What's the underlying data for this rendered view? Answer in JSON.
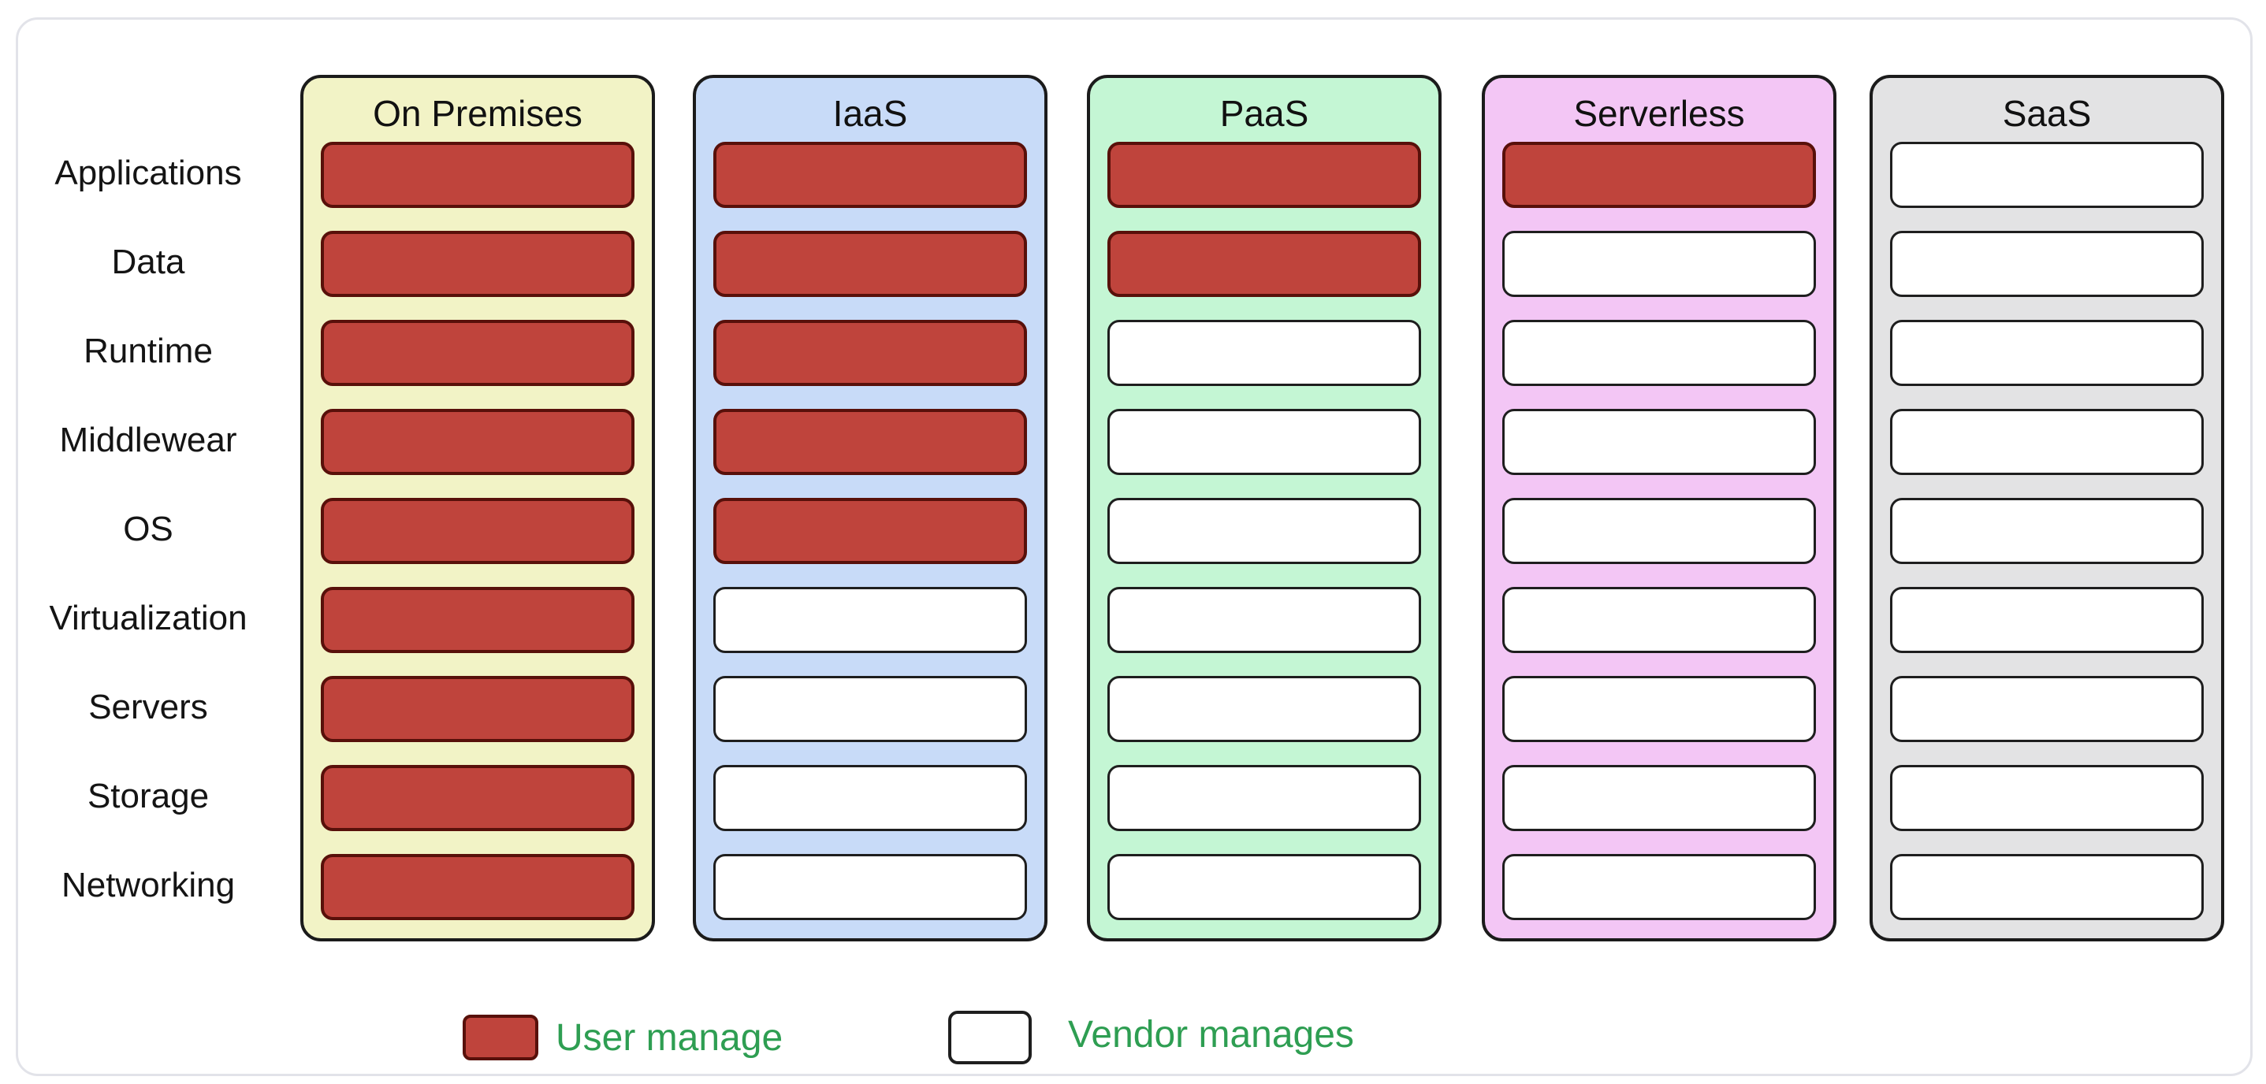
{
  "diagram": {
    "title_rows": [
      "Applications",
      "Data",
      "Runtime",
      "Middlewear",
      "OS",
      "Virtualization",
      "Servers",
      "Storage",
      "Networking"
    ],
    "columns": [
      {
        "key": "on-premises",
        "title": "On Premises",
        "bg": "#f2f3c6",
        "cells": [
          "user",
          "user",
          "user",
          "user",
          "user",
          "user",
          "user",
          "user",
          "user"
        ]
      },
      {
        "key": "iaas",
        "title": "IaaS",
        "bg": "#c8dbf8",
        "cells": [
          "user",
          "user",
          "user",
          "user",
          "user",
          "vendor",
          "vendor",
          "vendor",
          "vendor"
        ]
      },
      {
        "key": "paas",
        "title": "PaaS",
        "bg": "#c4f6d4",
        "cells": [
          "user",
          "user",
          "vendor",
          "vendor",
          "vendor",
          "vendor",
          "vendor",
          "vendor",
          "vendor"
        ]
      },
      {
        "key": "serverless",
        "title": "Serverless",
        "bg": "#f3c6f5",
        "cells": [
          "user",
          "vendor",
          "vendor",
          "vendor",
          "vendor",
          "vendor",
          "vendor",
          "vendor",
          "vendor"
        ]
      },
      {
        "key": "saas",
        "title": "SaaS",
        "bg": "#e3e3e4",
        "cells": [
          "vendor",
          "vendor",
          "vendor",
          "vendor",
          "vendor",
          "vendor",
          "vendor",
          "vendor",
          "vendor"
        ]
      }
    ],
    "legend": {
      "user_label": "User manage",
      "vendor_label": "Vendor manages"
    },
    "colors": {
      "user_fill": "#bf443c",
      "user_border": "#58100a",
      "vendor_fill": "#ffffff",
      "vendor_border": "#1e1e1e",
      "column_border": "#1b1b1b",
      "legend_text": "#2e9e52",
      "card_border": "#e2e3e9"
    }
  }
}
